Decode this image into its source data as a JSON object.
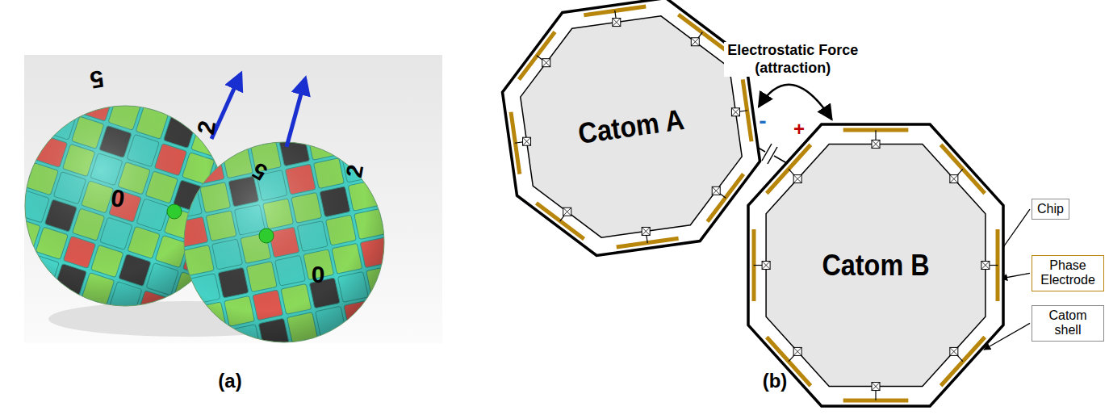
{
  "diagram": {
    "nodes": [
      {
        "text": [
          "Catom A"
        ]
      },
      {
        "text": [
          "Catom B"
        ]
      },
      {
        "text": [
          "Chip"
        ]
      },
      {
        "text": [
          "Phase Electrode"
        ]
      },
      {
        "text": [
          "Catom shell"
        ]
      }
    ],
    "edges": [
      {
        "from": 0,
        "to": 1,
        "arrow": "both",
        "label": "Electrostatic Force (attraction)"
      }
    ],
    "labels": [
      "5",
      "2",
      "0",
      "5",
      "2",
      "0",
      "(a)",
      "(b)",
      "-",
      "-",
      "+",
      "+"
    ]
  }
}
